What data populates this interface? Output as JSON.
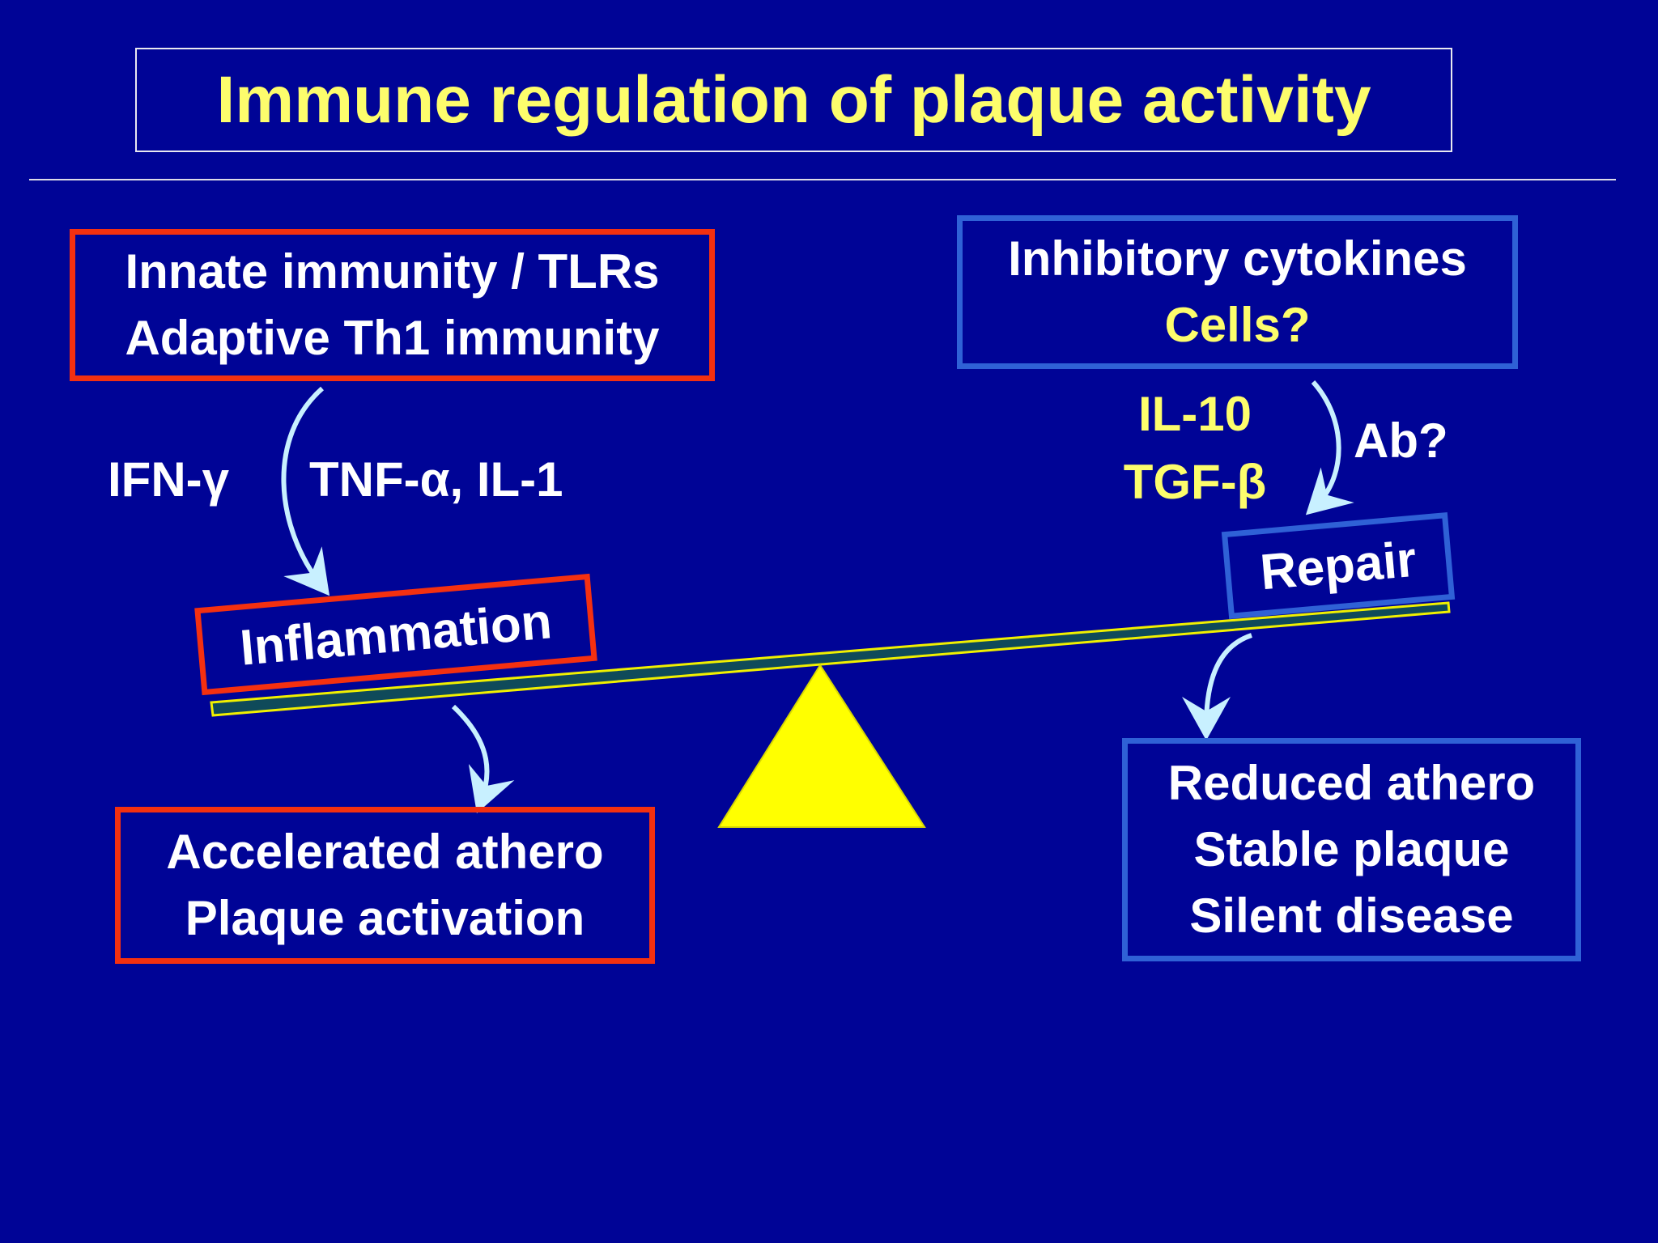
{
  "title": "Immune regulation of plaque activity",
  "left": {
    "drivers": [
      "Innate immunity / TLRs",
      "Adaptive Th1 immunity"
    ],
    "cytokine_left": "IFN-γ",
    "cytokine_right": "TNF-α, IL-1",
    "state": "Inflammation",
    "outcome": [
      "Accelerated athero",
      "Plaque activation"
    ]
  },
  "right": {
    "drivers": [
      "Inhibitory cytokines",
      "Cells?"
    ],
    "cytokines": [
      "IL-10",
      "TGF-β"
    ],
    "antibody": "Ab?",
    "state": "Repair",
    "outcome": [
      "Reduced athero",
      "Stable plaque",
      "Silent disease"
    ]
  },
  "colors": {
    "background": "#000496",
    "title_text": "#fdfd6c",
    "pro_inflammatory_border": "#f43010",
    "anti_inflammatory_border": "#2f61d6",
    "fulcrum": "#ffff00",
    "arrow": "#c8f0ff"
  }
}
